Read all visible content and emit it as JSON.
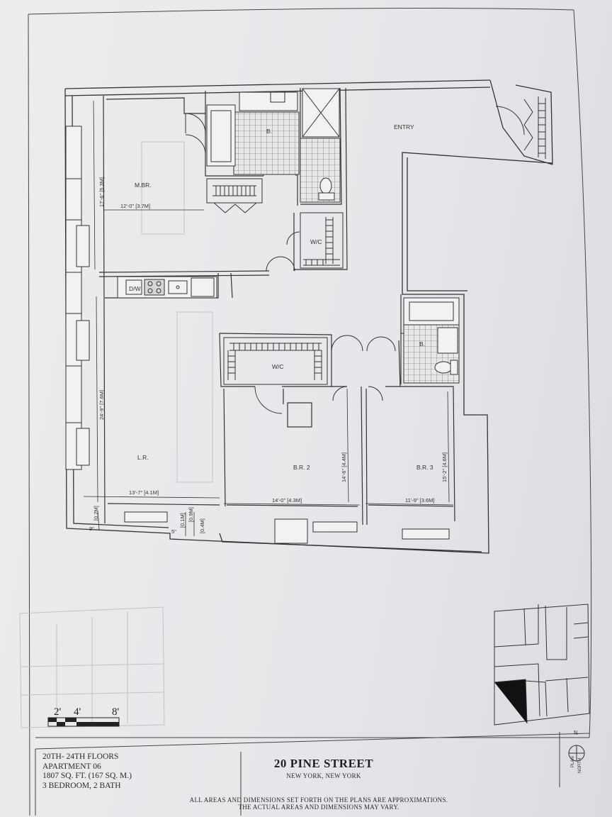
{
  "rooms": {
    "entry": "ENTRY",
    "mbr": "M.BR.",
    "bath_master": "B.",
    "wic_master": "W/C",
    "dw": "D/W",
    "lr": "L.R.",
    "wic_hall": "W/C",
    "br2": "B.R. 2",
    "br3": "B.R. 3",
    "bath2": "B."
  },
  "dimensions": {
    "mbr_depth": "17'-6\" [5.3M]",
    "mbr_width": "12'-0\" [3.7M]",
    "lr_depth": "24'-9\" [7.6M]",
    "lr_width": "13'-7\" [4.1M]",
    "br2_depth": "14'-6\" [4.4M]",
    "br2_width": "14'-0\" [4.3M]",
    "br3_depth": "15'-2\" [4.6M]",
    "br3_width": "11'-9\" [3.6M]",
    "d1": "9\"",
    "d1m": "[0.2M]",
    "d2": "5\"",
    "d2m": "[0.1M]",
    "d3": "[0.9M]",
    "d4": "[0.4M]"
  },
  "scale": {
    "a": "2'",
    "b": "4'",
    "c": "8'"
  },
  "compass": {
    "n": "N",
    "label_1": "PLAN",
    "label_2": "NORTH"
  },
  "titleblock": {
    "floors": "20TH- 24TH FLOORS",
    "apartment": "APARTMENT 06",
    "area": "1807 SQ. FT. (167 SQ. M.)",
    "bedrooms": "3 BEDROOM, 2 BATH",
    "title": "20 PINE STREET",
    "city": "NEW YORK, NEW YORK",
    "note_1": "ALL AREAS AND DIMENSIONS SET FORTH ON THE PLANS ARE APPROXIMATIONS.",
    "note_2": "THE ACTUAL AREAS AND DIMENSIONS MAY VARY."
  }
}
